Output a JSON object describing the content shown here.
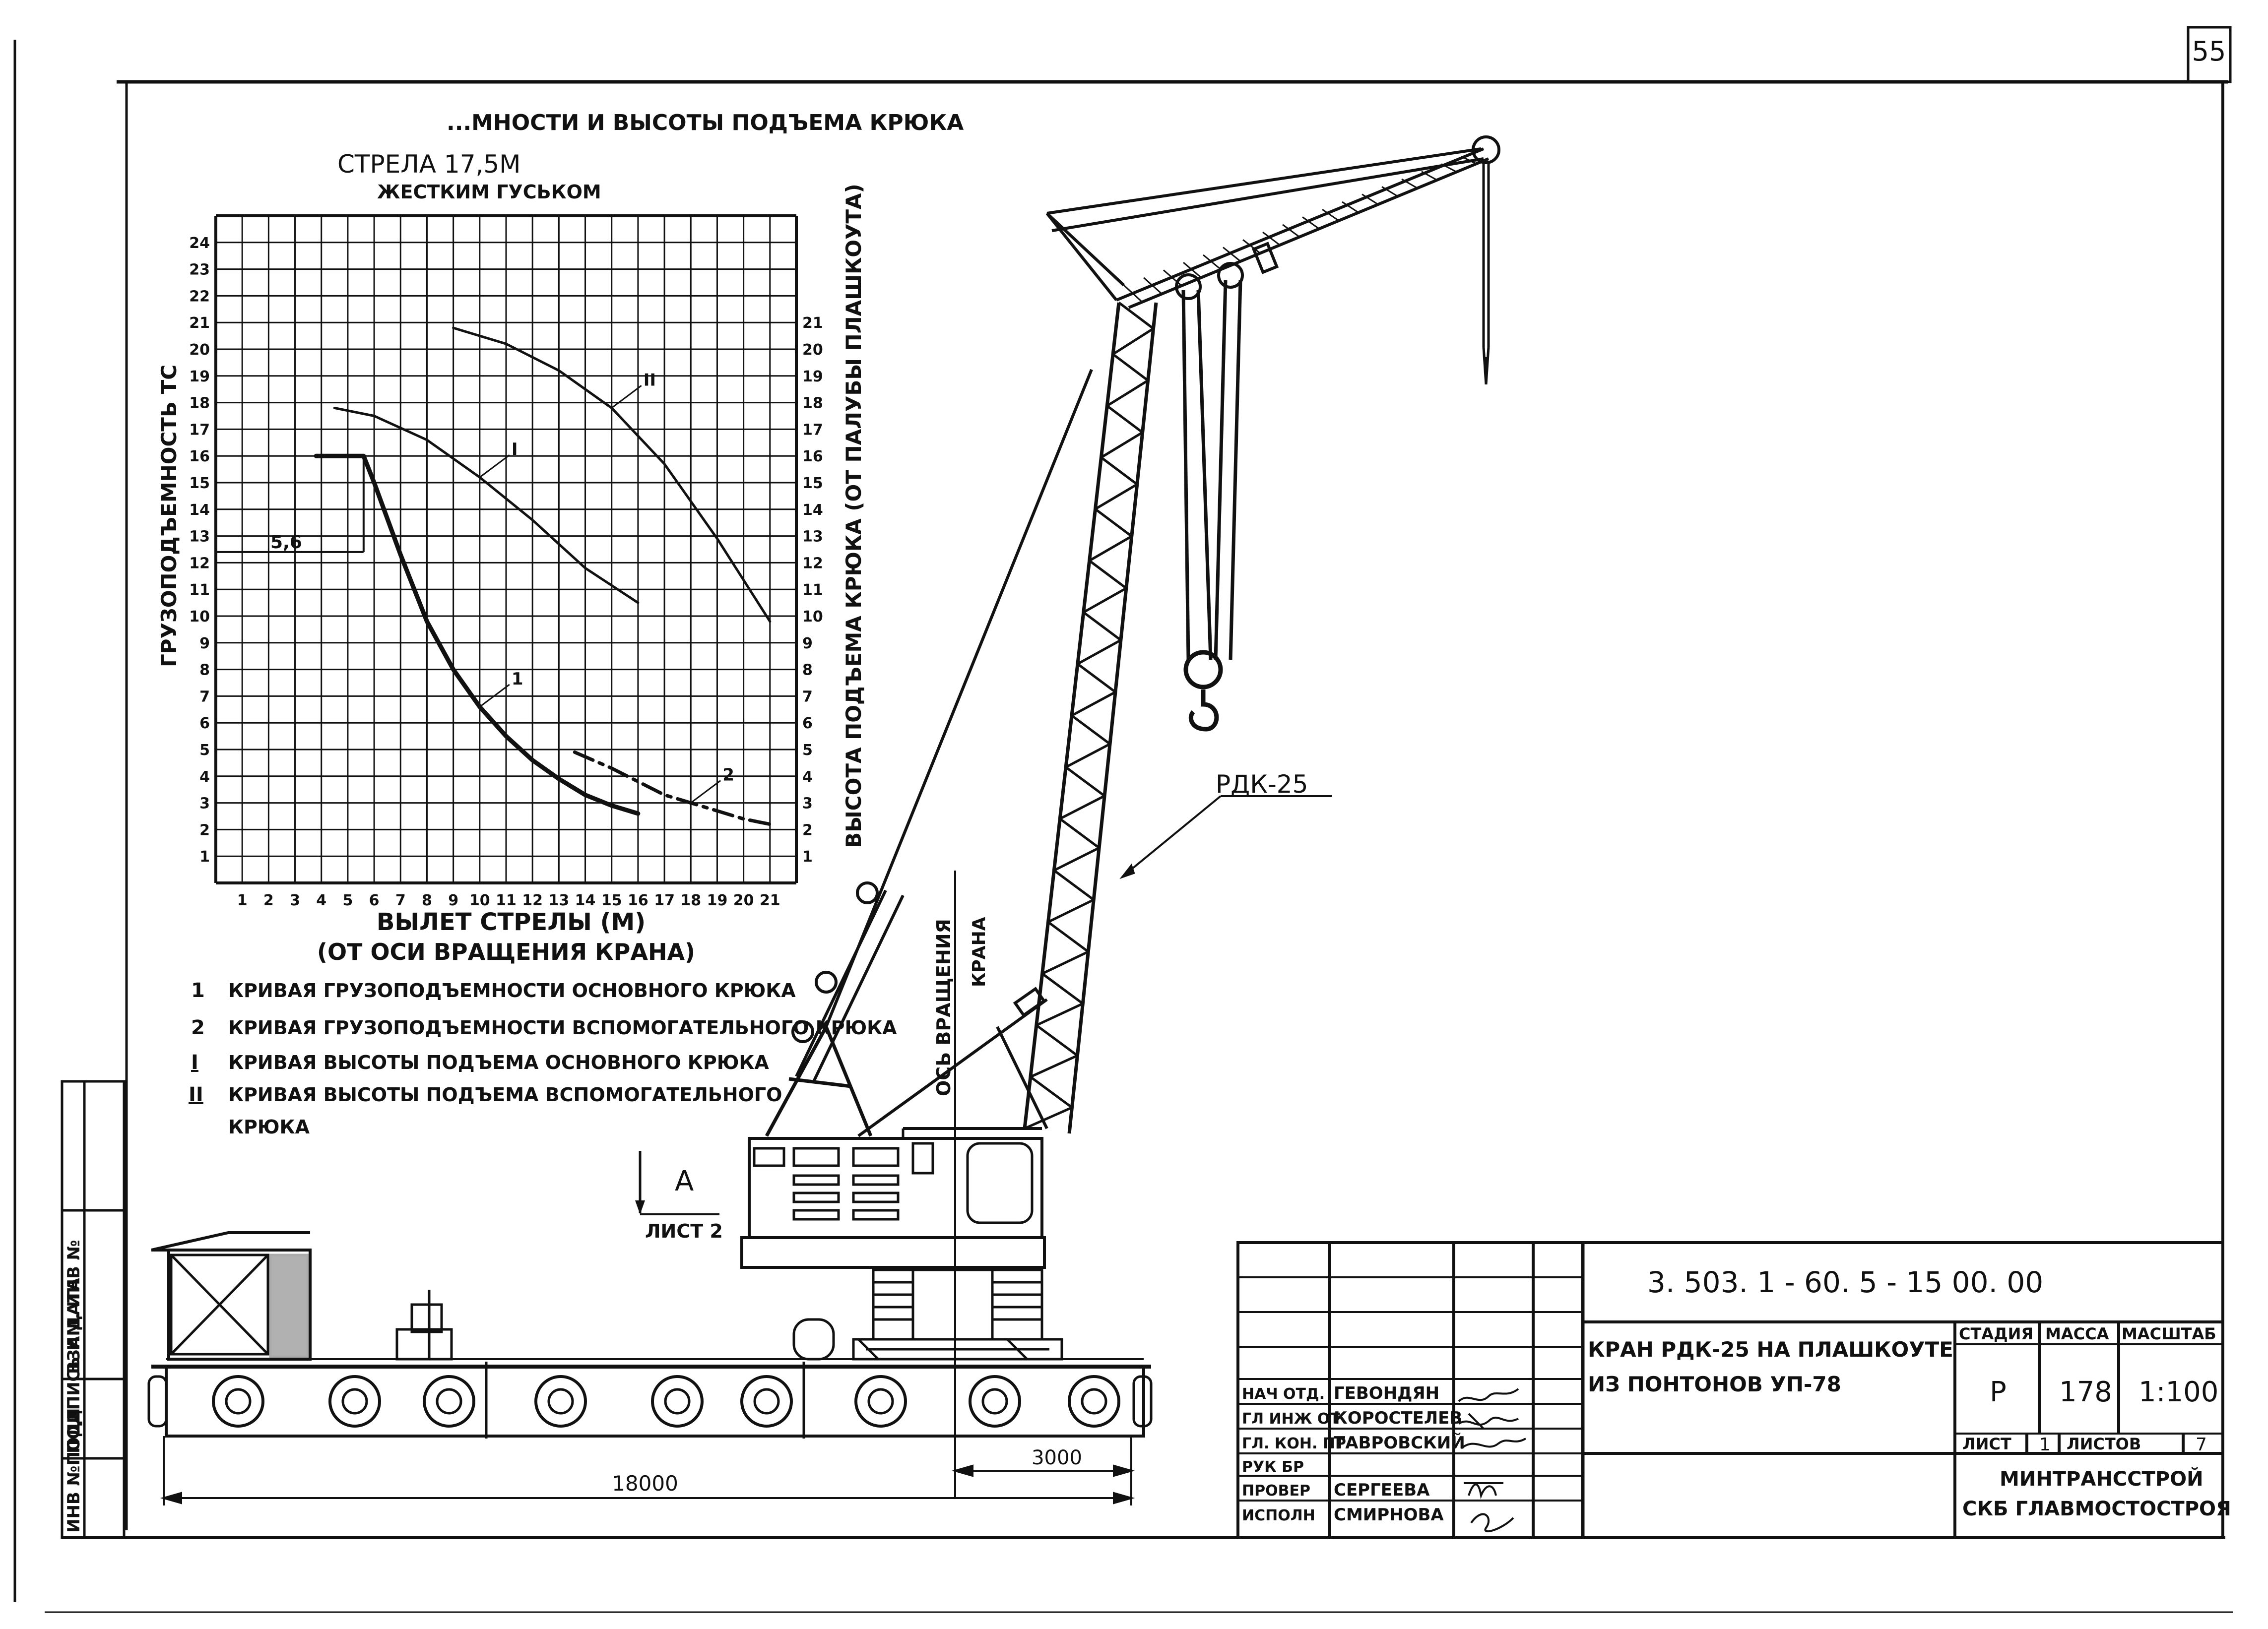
{
  "sheet": {
    "page_number": "55",
    "doc_code": "3. 503. 1 - 60. 5 - 15 00. 00"
  },
  "side_strip": {
    "labels": [
      "ИНВ №ПОДЛ",
      "ПОДПИСЬ И ДАТА",
      "ВЗАМ. ИНВ №"
    ]
  },
  "chart_data": {
    "type": "line",
    "title": "...МНОСТИ И ВЫСОТЫ ПОДЪЕМА КРЮКА",
    "subtitle_1": "СТРЕЛА 17,5М",
    "subtitle_2": "ЖЕСТКИМ ГУСЬКОМ",
    "xlabel": "ВЫЛЕТ СТРЕЛЫ (М)",
    "xlabel_2": "(ОТ ОСИ ВРАЩЕНИЯ КРАНА)",
    "ylabel_left": "ГРУЗОПОДЪЕМНОСТЬ ТС",
    "ylabel_right": "ВЫСОТА ПОДЪЕМА КРЮКА (ОТ ПАЛУБЫ ПЛАШКОУТА)",
    "xlim": [
      0,
      22
    ],
    "ylim": [
      0,
      25
    ],
    "x_ticks": [
      1,
      2,
      3,
      4,
      5,
      6,
      7,
      8,
      9,
      10,
      11,
      12,
      13,
      14,
      15,
      16,
      17,
      18,
      19,
      20,
      21
    ],
    "y_ticks_left": [
      1,
      2,
      3,
      4,
      5,
      6,
      7,
      8,
      9,
      10,
      11,
      12,
      13,
      14,
      15,
      16,
      17,
      18,
      19,
      20,
      21,
      22,
      23,
      24
    ],
    "y_ticks_right": [
      1,
      2,
      3,
      4,
      5,
      6,
      7,
      8,
      9,
      10,
      11,
      12,
      13,
      14,
      15,
      16,
      17,
      18,
      19,
      20,
      21
    ],
    "annotation": "5,6",
    "grid": true,
    "series": [
      {
        "name": "1",
        "style": "bold",
        "x": [
          3.8,
          5.6,
          6,
          7,
          8,
          9,
          10,
          11,
          12,
          13,
          14,
          15,
          16
        ],
        "y": [
          16,
          16,
          15,
          12.3,
          9.8,
          8.0,
          6.6,
          5.5,
          4.6,
          3.9,
          3.3,
          2.9,
          2.6
        ]
      },
      {
        "name": "2",
        "style": "dashdot",
        "x": [
          13.6,
          15,
          16,
          17,
          18,
          19,
          20,
          21
        ],
        "y": [
          4.9,
          4.3,
          3.8,
          3.3,
          3.0,
          2.7,
          2.4,
          2.2
        ]
      },
      {
        "name": "I",
        "style": "thin",
        "x": [
          4.5,
          6,
          8,
          10,
          12,
          14,
          16
        ],
        "y": [
          17.8,
          17.5,
          16.6,
          15.2,
          13.6,
          11.8,
          10.5
        ]
      },
      {
        "name": "II",
        "style": "thin",
        "x": [
          9,
          11,
          13,
          15,
          17,
          19,
          21
        ],
        "y": [
          20.8,
          20.2,
          19.2,
          17.8,
          15.7,
          12.9,
          9.8
        ]
      }
    ]
  },
  "legend": {
    "items": [
      {
        "mark": "1",
        "text": "КРИВАЯ ГРУЗОПОДЪЕМНОСТИ ОСНОВНОГО КРЮКА"
      },
      {
        "mark": "2",
        "text": "КРИВАЯ ГРУЗОПОДЪЕМНОСТИ ВСПОМОГАТЕЛЬНОГО КРЮКА"
      },
      {
        "mark": "I",
        "text": "КРИВАЯ ВЫСОТЫ ПОДЪЕМА ОСНОВНОГО КРЮКА"
      },
      {
        "mark": "II",
        "text": "КРИВАЯ ВЫСОТЫ ПОДЪЕМА ВСПОМОГАТЕЛЬНОГО"
      },
      {
        "mark": "",
        "text": "КРЮКА"
      }
    ]
  },
  "drawing": {
    "crane_label": "РДК-25",
    "axis_label_1": "ОСЬ ВРАЩЕНИЯ",
    "axis_label_2": "КРАНА",
    "view_mark": "А",
    "view_sheet": "ЛИСТ 2",
    "dim_total": "18000",
    "dim_part": "3000"
  },
  "title_block": {
    "title_line_1": "КРАН РДК-25 НА ПЛАШКОУТЕ",
    "title_line_2": "ИЗ ПОНТОНОВ УП-78",
    "headers": [
      "СТАДИЯ",
      "МАССА",
      "МАСШТАБ"
    ],
    "stage": "Р",
    "mass": "178",
    "scale": "1:100",
    "sheet_label": "ЛИСТ",
    "sheet_no": "1",
    "sheets_label": "ЛИСТОВ",
    "sheets_total": "7",
    "org_1": "МИНТРАНССТРОЙ",
    "org_2": "СКБ ГЛАВМОСТОСТРОЯ",
    "roles": [
      {
        "role": "НАЧ ОТД.",
        "name": "ГЕВОНДЯН"
      },
      {
        "role": "ГЛ ИНЖ ОТ",
        "name": "КОРОСТЕЛЕВ"
      },
      {
        "role": "ГЛ. КОН. ПР",
        "name": "ТАВРОВСКИЙ"
      },
      {
        "role": "РУК БР",
        "name": ""
      },
      {
        "role": "ПРОВЕР",
        "name": "СЕРГЕЕВА"
      },
      {
        "role": "ИСПОЛН",
        "name": "СМИРНОВА"
      }
    ]
  }
}
